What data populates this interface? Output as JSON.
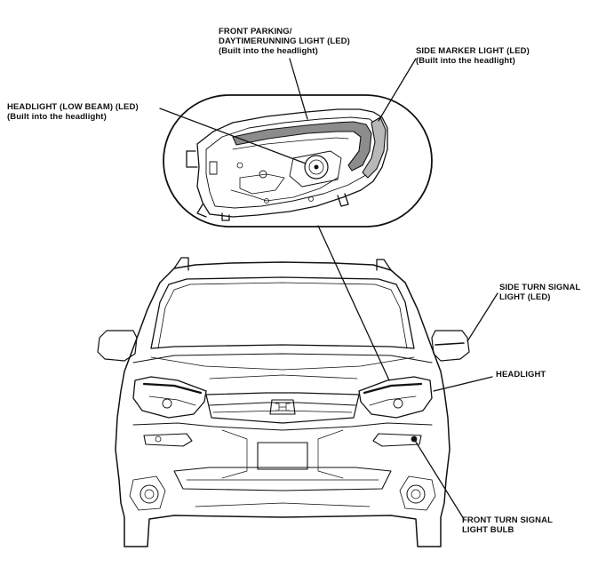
{
  "labels": {
    "front_parking_1": "FRONT PARKING/",
    "front_parking_2": "DAYTIMERUNNING LIGHT (LED)",
    "front_parking_3": "(Built into the headlight)",
    "side_marker_1": "SIDE MARKER LIGHT (LED)",
    "side_marker_2": "(Built into the headlight)",
    "low_beam_1": "HEADLIGHT (LOW BEAM) (LED)",
    "low_beam_2": "(Built into the headlight)",
    "side_turn_1": "SIDE TURN SIGNAL",
    "side_turn_2": "LIGHT (LED)",
    "headlight": "HEADLIGHT",
    "front_turn_1": "FRONT TURN SIGNAL",
    "front_turn_2": "LIGHT BULB"
  }
}
